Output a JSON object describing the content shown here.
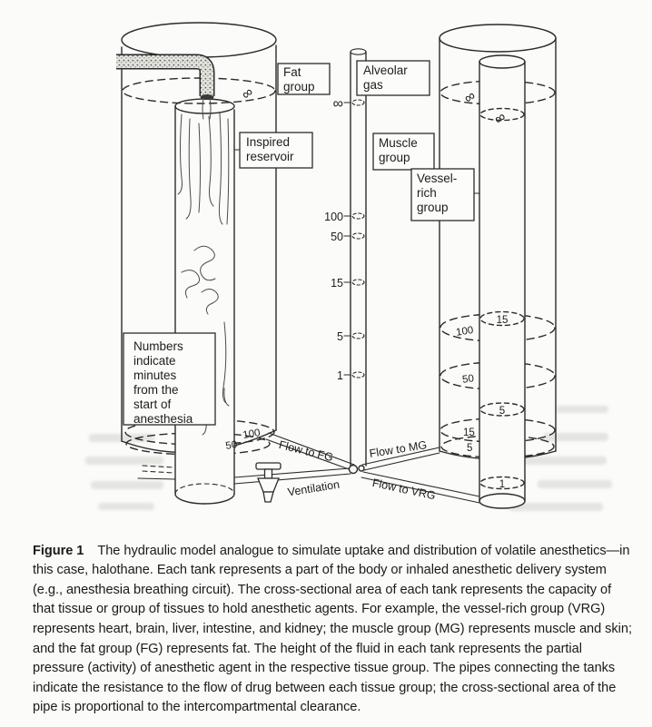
{
  "caption": {
    "label": "Figure 1",
    "text": "The hydraulic model analogue to simulate uptake and distribution of volatile anesthetics—in this case, halothane. Each tank represents a part of the body or inhaled anesthetic delivery system (e.g., anesthesia breathing circuit). The cross-sectional area of each tank represents the capacity of that tissue or group of tissues to hold anesthetic agents. For example, the vessel-rich group (VRG) represents heart, brain, liver, intestine, and kidney; the muscle group (MG) represents muscle and skin; and the fat group (FG) represents fat. The height of the fluid in each tank represents the partial pressure (activity) of anesthetic agent in the respective tissue group. The pipes connecting the tanks indicate the resistance to the flow of drug between each tissue group; the cross-sectional area of the pipe is proportional to the intercompartmental clearance."
  },
  "labels": {
    "fat_group": [
      "Fat",
      "group"
    ],
    "alveolar_gas": [
      "Alveolar",
      "gas"
    ],
    "inspired_reservoir": [
      "Inspired",
      "reservoir"
    ],
    "muscle_group": [
      "Muscle",
      "group"
    ],
    "vessel_rich_group": [
      "Vessel-",
      "rich",
      "group"
    ],
    "note": [
      "Numbers",
      "indicate",
      "minutes",
      "from the",
      "start of",
      "anesthesia"
    ]
  },
  "pipes": {
    "flow_to_fg": "Flow to FG",
    "flow_to_mg": "Flow to MG",
    "flow_to_vrg": "Flow to VRG",
    "ventilation": "Ventilation"
  },
  "levels": {
    "alveolar_ticks": [
      "∞",
      "100",
      "50",
      "15",
      "5",
      "1"
    ],
    "fat_tank": [
      "∞",
      "100",
      "50"
    ],
    "muscle_tank": [
      "∞",
      "100",
      "50",
      "15",
      "5"
    ],
    "vessel_rich_tank": [
      "∞",
      "15",
      "5",
      "1"
    ]
  },
  "colors": {
    "ink": "#2b2b2b",
    "background": "#fbfbf9"
  }
}
